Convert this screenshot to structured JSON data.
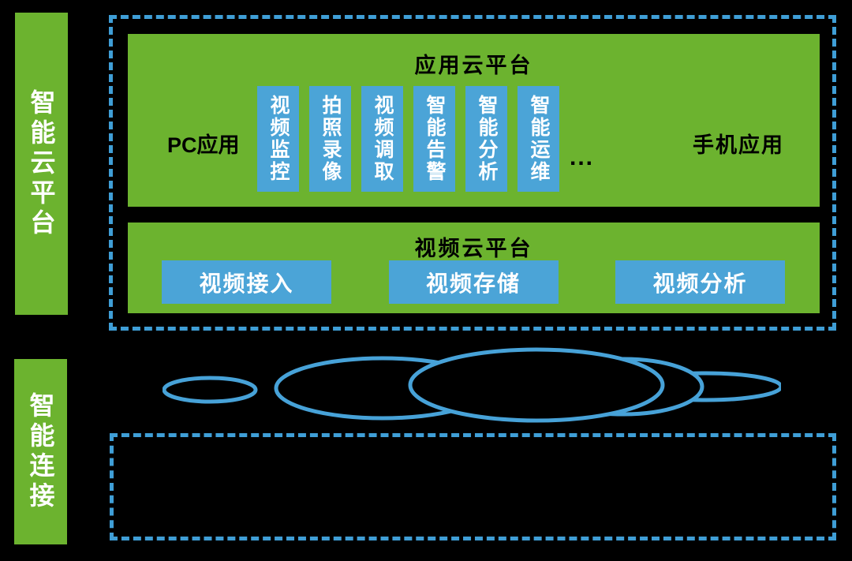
{
  "palette": {
    "green": "#6CB32F",
    "blue": "#4BA4D7",
    "border_blue": "#3F9ED6",
    "cloud_blue": "#47A2D8",
    "text_dark": "#000000",
    "text_light": "#FFFFFF",
    "bg": "#000000"
  },
  "side_labels": {
    "cloud": "智能云平台",
    "connect": "智能连接"
  },
  "app_platform": {
    "title": "应用云平台",
    "pc_app": "PC应用",
    "mobile_app": "手机应用",
    "more": "...",
    "modules": [
      "视频监控",
      "拍照录像",
      "视频调取",
      "智能告警",
      "智能分析",
      "智能运维"
    ]
  },
  "video_platform": {
    "title": "视频云平台",
    "modules": [
      "视频接入",
      "视频存储",
      "视频分析"
    ]
  },
  "icons": {
    "cloud": "cloud-outline-icon"
  }
}
